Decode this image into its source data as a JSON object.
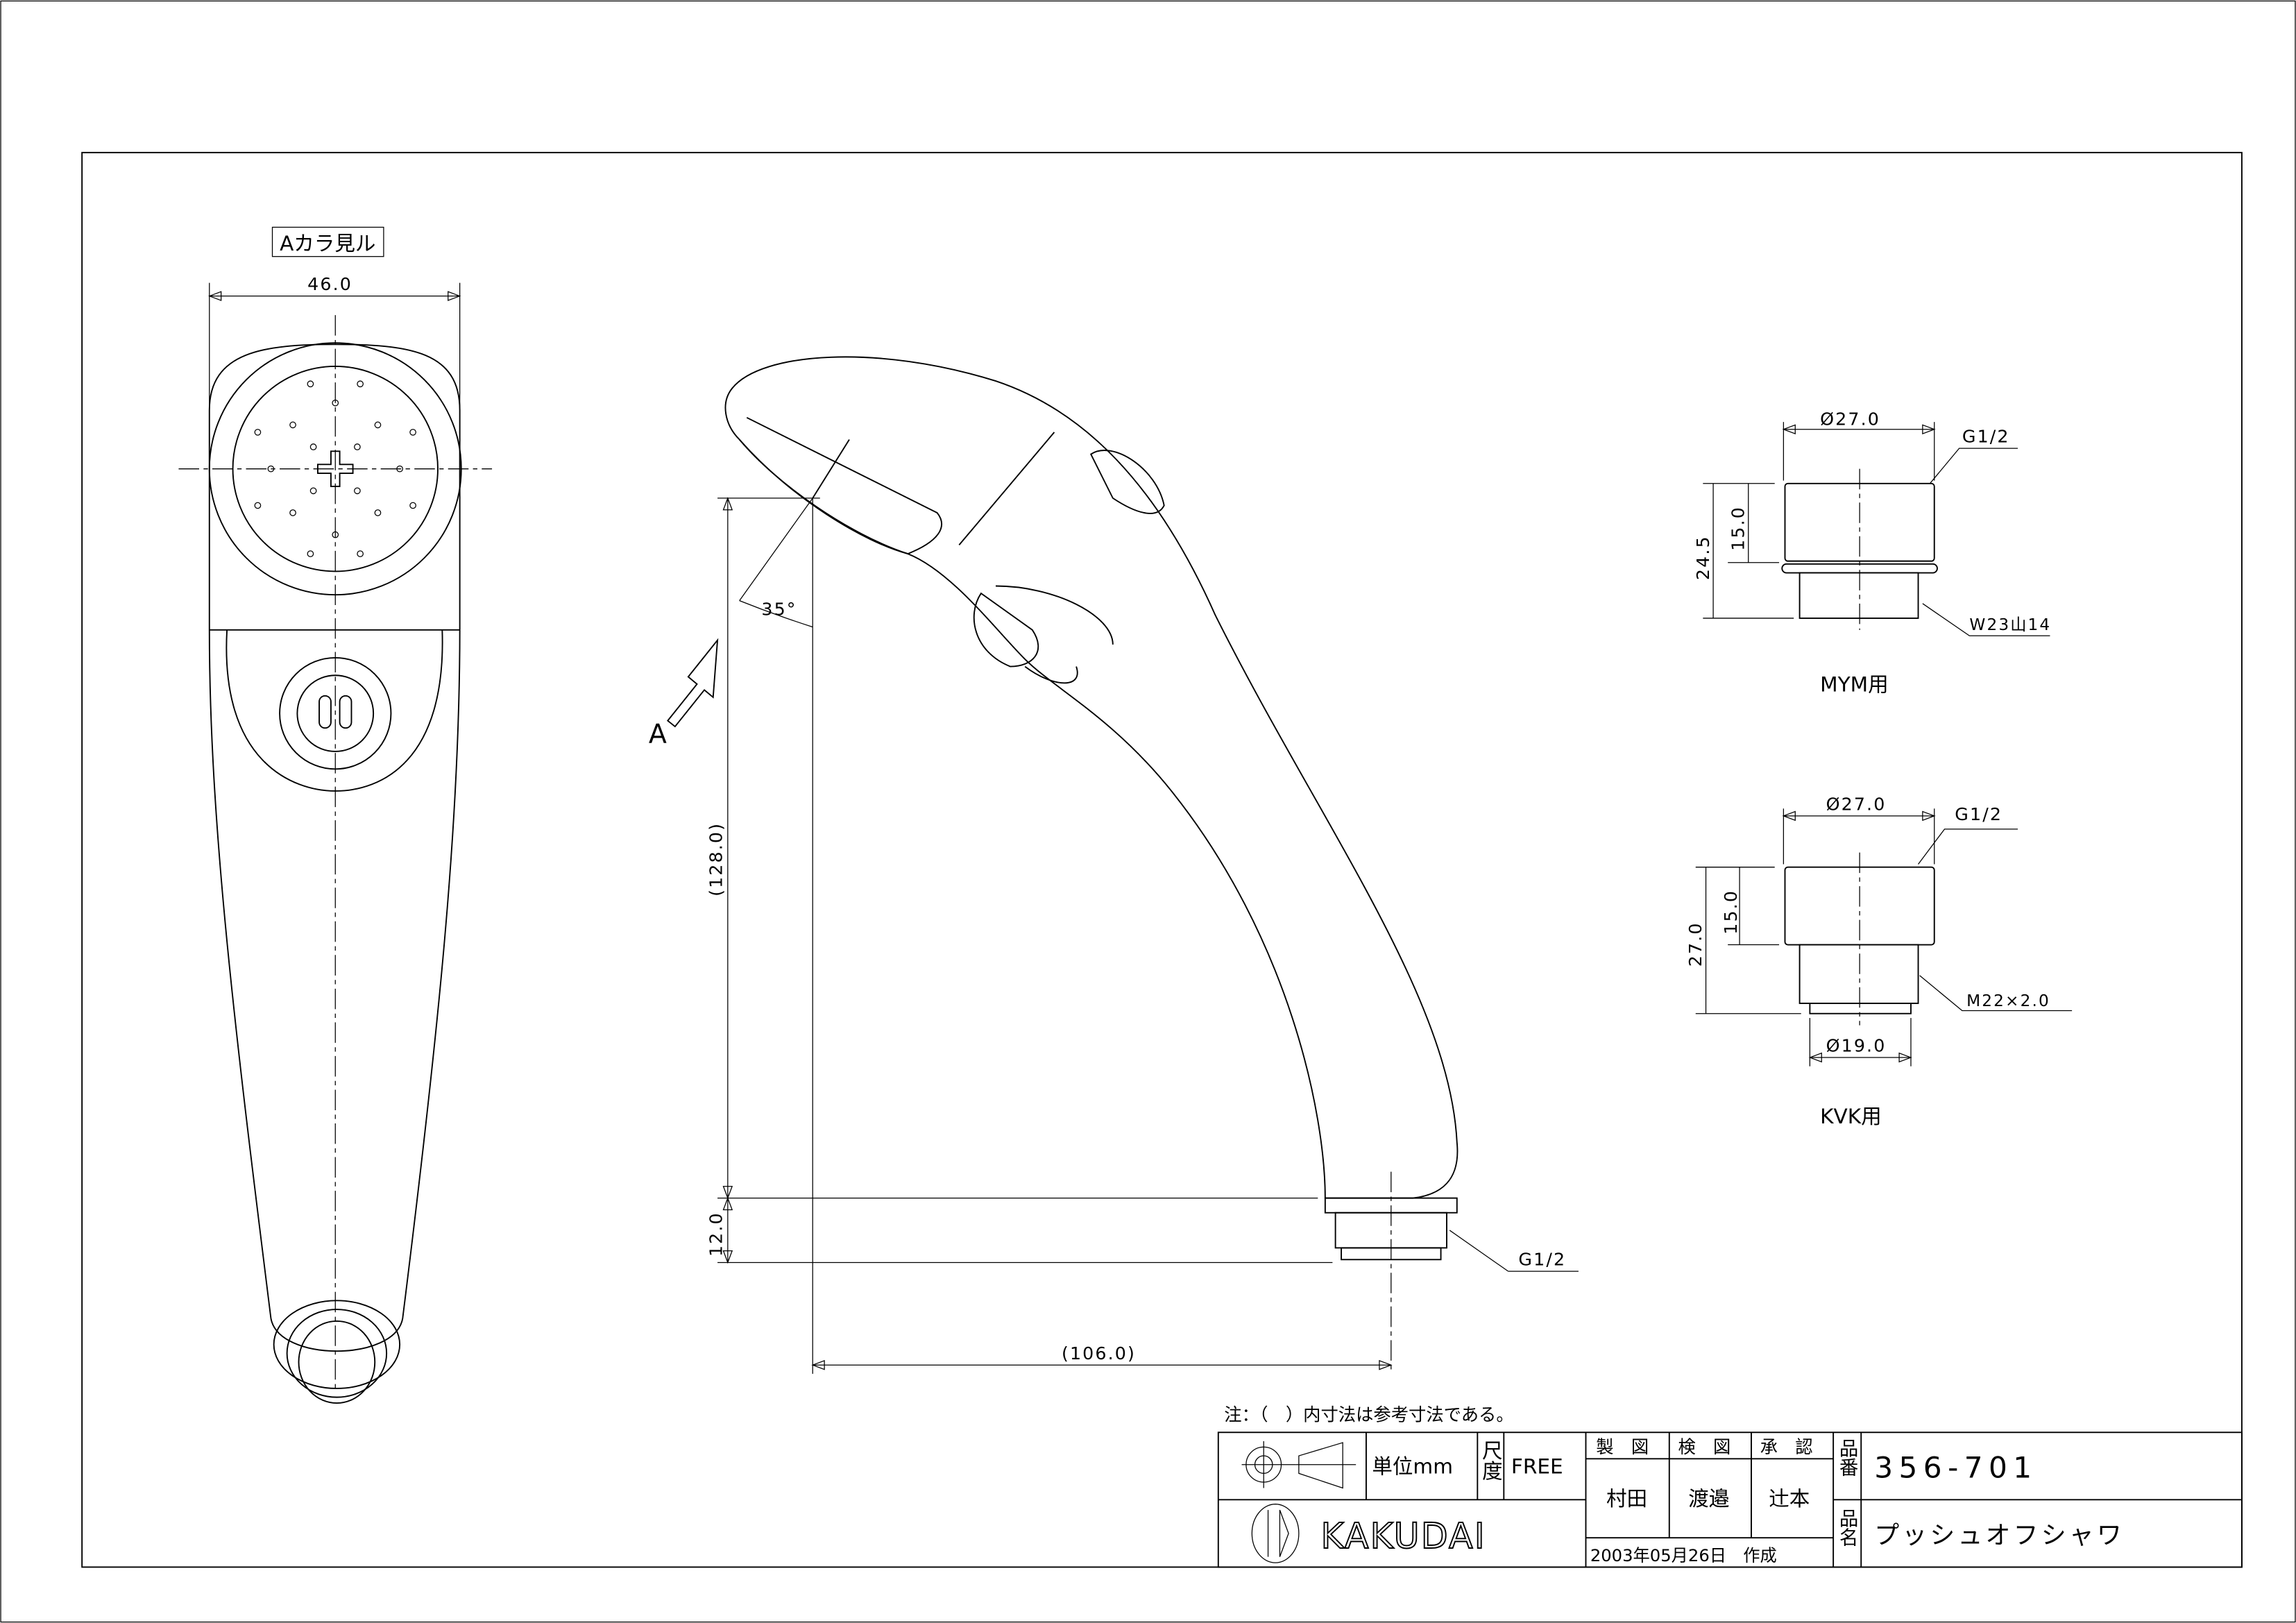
{
  "views": {
    "front_view_label": "Aカラ見ル",
    "front_width": "46.0",
    "arrow_label": "A",
    "angle": "35°",
    "height_ref": "(128.0)",
    "connector_height": "12.0",
    "length_ref": "(106.0)",
    "thread_label": "G1/2"
  },
  "fittings": [
    {
      "name": "MYM用",
      "diameter": "Ø27.0",
      "thread_top": "G1/2",
      "total_height": "24.5",
      "body_height": "15.0",
      "thread_bottom": "W23山14"
    },
    {
      "name": "KVK用",
      "diameter": "Ø27.0",
      "thread_top": "G1/2",
      "total_height": "27.0",
      "body_height": "15.0",
      "thread_bottom": "M22×2.0",
      "bottom_diameter": "Ø19.0"
    }
  ],
  "title_block": {
    "note": "注：（　）内寸法は参考寸法である。",
    "unit": "単位mm",
    "scale_label": "尺度",
    "scale_value": "FREE",
    "drawn_label": "製　図",
    "checked_label": "検　図",
    "approved_label": "承　認",
    "drawn_by": "村田",
    "checked_by": "渡邉",
    "approved_by": "辻本",
    "date": "2003年05月26日　作成",
    "part_no_label": "品番",
    "part_no": "356-701",
    "part_name_label": "品名",
    "part_name": "プッシュオフシャワ",
    "company": "KAKUDAI"
  }
}
